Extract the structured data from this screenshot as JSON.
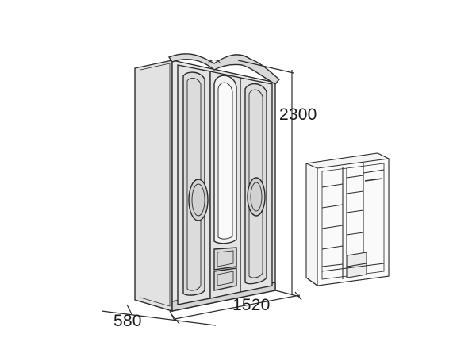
{
  "dimensions": {
    "height": "2300",
    "width": "1520",
    "depth": "580"
  },
  "colors": {
    "line": "#2b2b2b",
    "panel_fill": "#e6e6e6",
    "panel_fill_dark": "#cfcfcf",
    "mirror_fill": "#f4f4f4",
    "background": "#ffffff"
  }
}
